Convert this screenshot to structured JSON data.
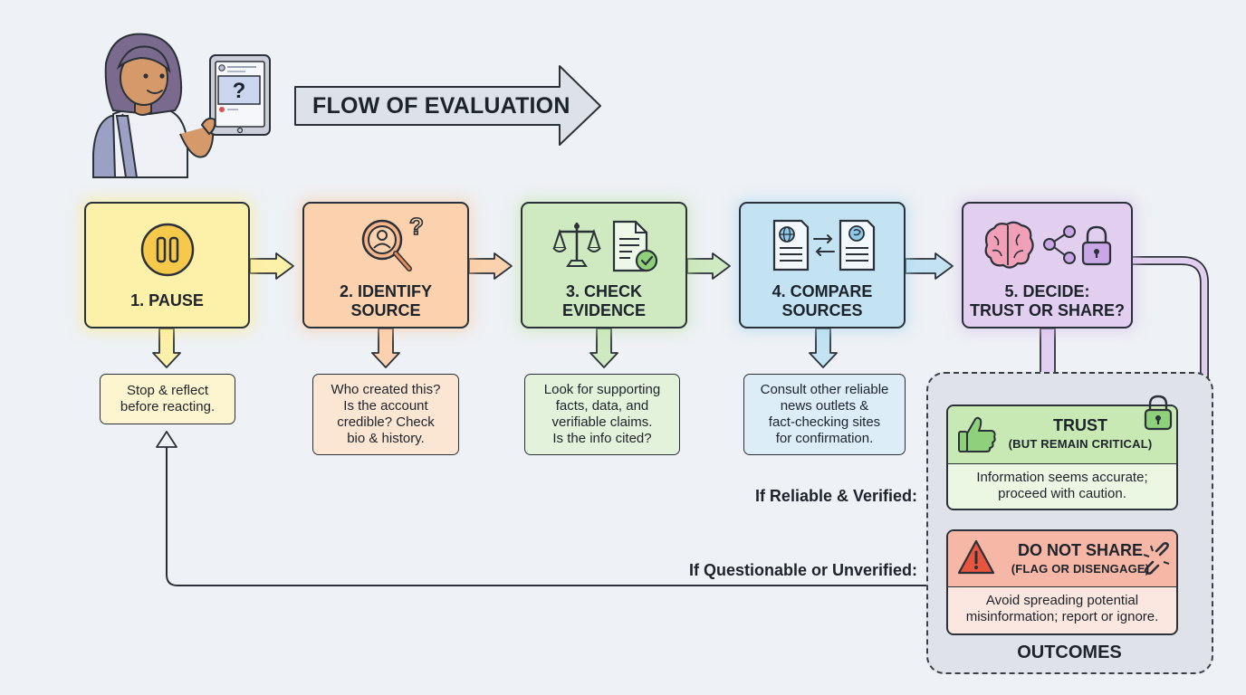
{
  "title": "FLOW OF EVALUATION",
  "phone": {
    "question_mark": "?"
  },
  "steps": [
    {
      "label": "1. PAUSE",
      "description": "Stop & reflect\nbefore reacting.",
      "icon": "pause-icon"
    },
    {
      "label": "2. IDENTIFY\nSOURCE",
      "description": "Who created this?\nIs the account\ncredible? Check\nbio & history.",
      "icon": "magnifier-person-icon"
    },
    {
      "label": "3. CHECK\nEVIDENCE",
      "description": "Look for supporting\nfacts, data, and\nverifiable claims.\nIs the info cited?",
      "icon": "scales-document-icon"
    },
    {
      "label": "4. COMPARE\nSOURCES",
      "description": "Consult other reliable\nnews outlets &\nfact-checking sites\nfor confirmation.",
      "icon": "compare-documents-icon"
    },
    {
      "label": "5. DECIDE:\nTRUST OR SHARE?",
      "icon": "brain-share-lock-icon"
    }
  ],
  "outcomes": {
    "label": "OUTCOMES",
    "trust": {
      "title": "TRUST",
      "subtitle": "(BUT REMAIN CRITICAL)",
      "body": "Information seems accurate;\nproceed with caution.",
      "condition": "If Reliable & Verified:",
      "icon": "thumbs-up-icon"
    },
    "do_not_share": {
      "title": "DO NOT SHARE",
      "subtitle": "(FLAG OR DISENGAGE)",
      "body": "Avoid spreading potential\nmisinformation; report or ignore.",
      "condition": "If Questionable or Unverified:",
      "icon": "warning-icon"
    }
  },
  "colors": {
    "pause": "#fdf0a8",
    "identify": "#fbd2ad",
    "evidence": "#cfe9c0",
    "compare": "#c3e3f3",
    "decide": "#e2cff0",
    "trust": "#c8e8b4",
    "do_not_share": "#f7b7a6"
  }
}
